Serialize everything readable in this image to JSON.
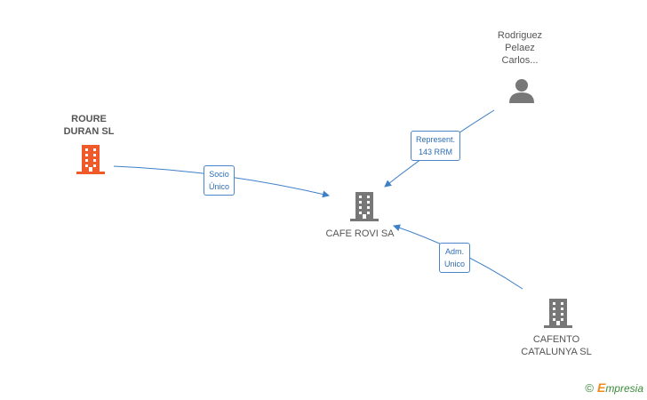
{
  "nodes": {
    "roure": {
      "label": "ROURE\nDURAN SL",
      "color": "#f05a2a"
    },
    "rovi": {
      "label": "CAFE ROVI SA",
      "color": "#777777"
    },
    "rodriguez": {
      "label": "Rodriguez\nPelaez\nCarlos...",
      "color": "#777777"
    },
    "cafento": {
      "label": "CAFENTO\nCATALUNYA  SL",
      "color": "#777777"
    }
  },
  "edges": {
    "socio": {
      "label": "Socio\nÚnico"
    },
    "represent": {
      "label": "Represent.\n143 RRM"
    },
    "adm": {
      "label": "Adm.\nUnico"
    }
  },
  "colors": {
    "edge": "#3d7fc8"
  },
  "brand": {
    "copyright": "©",
    "first": "E",
    "rest": "mpresia"
  }
}
